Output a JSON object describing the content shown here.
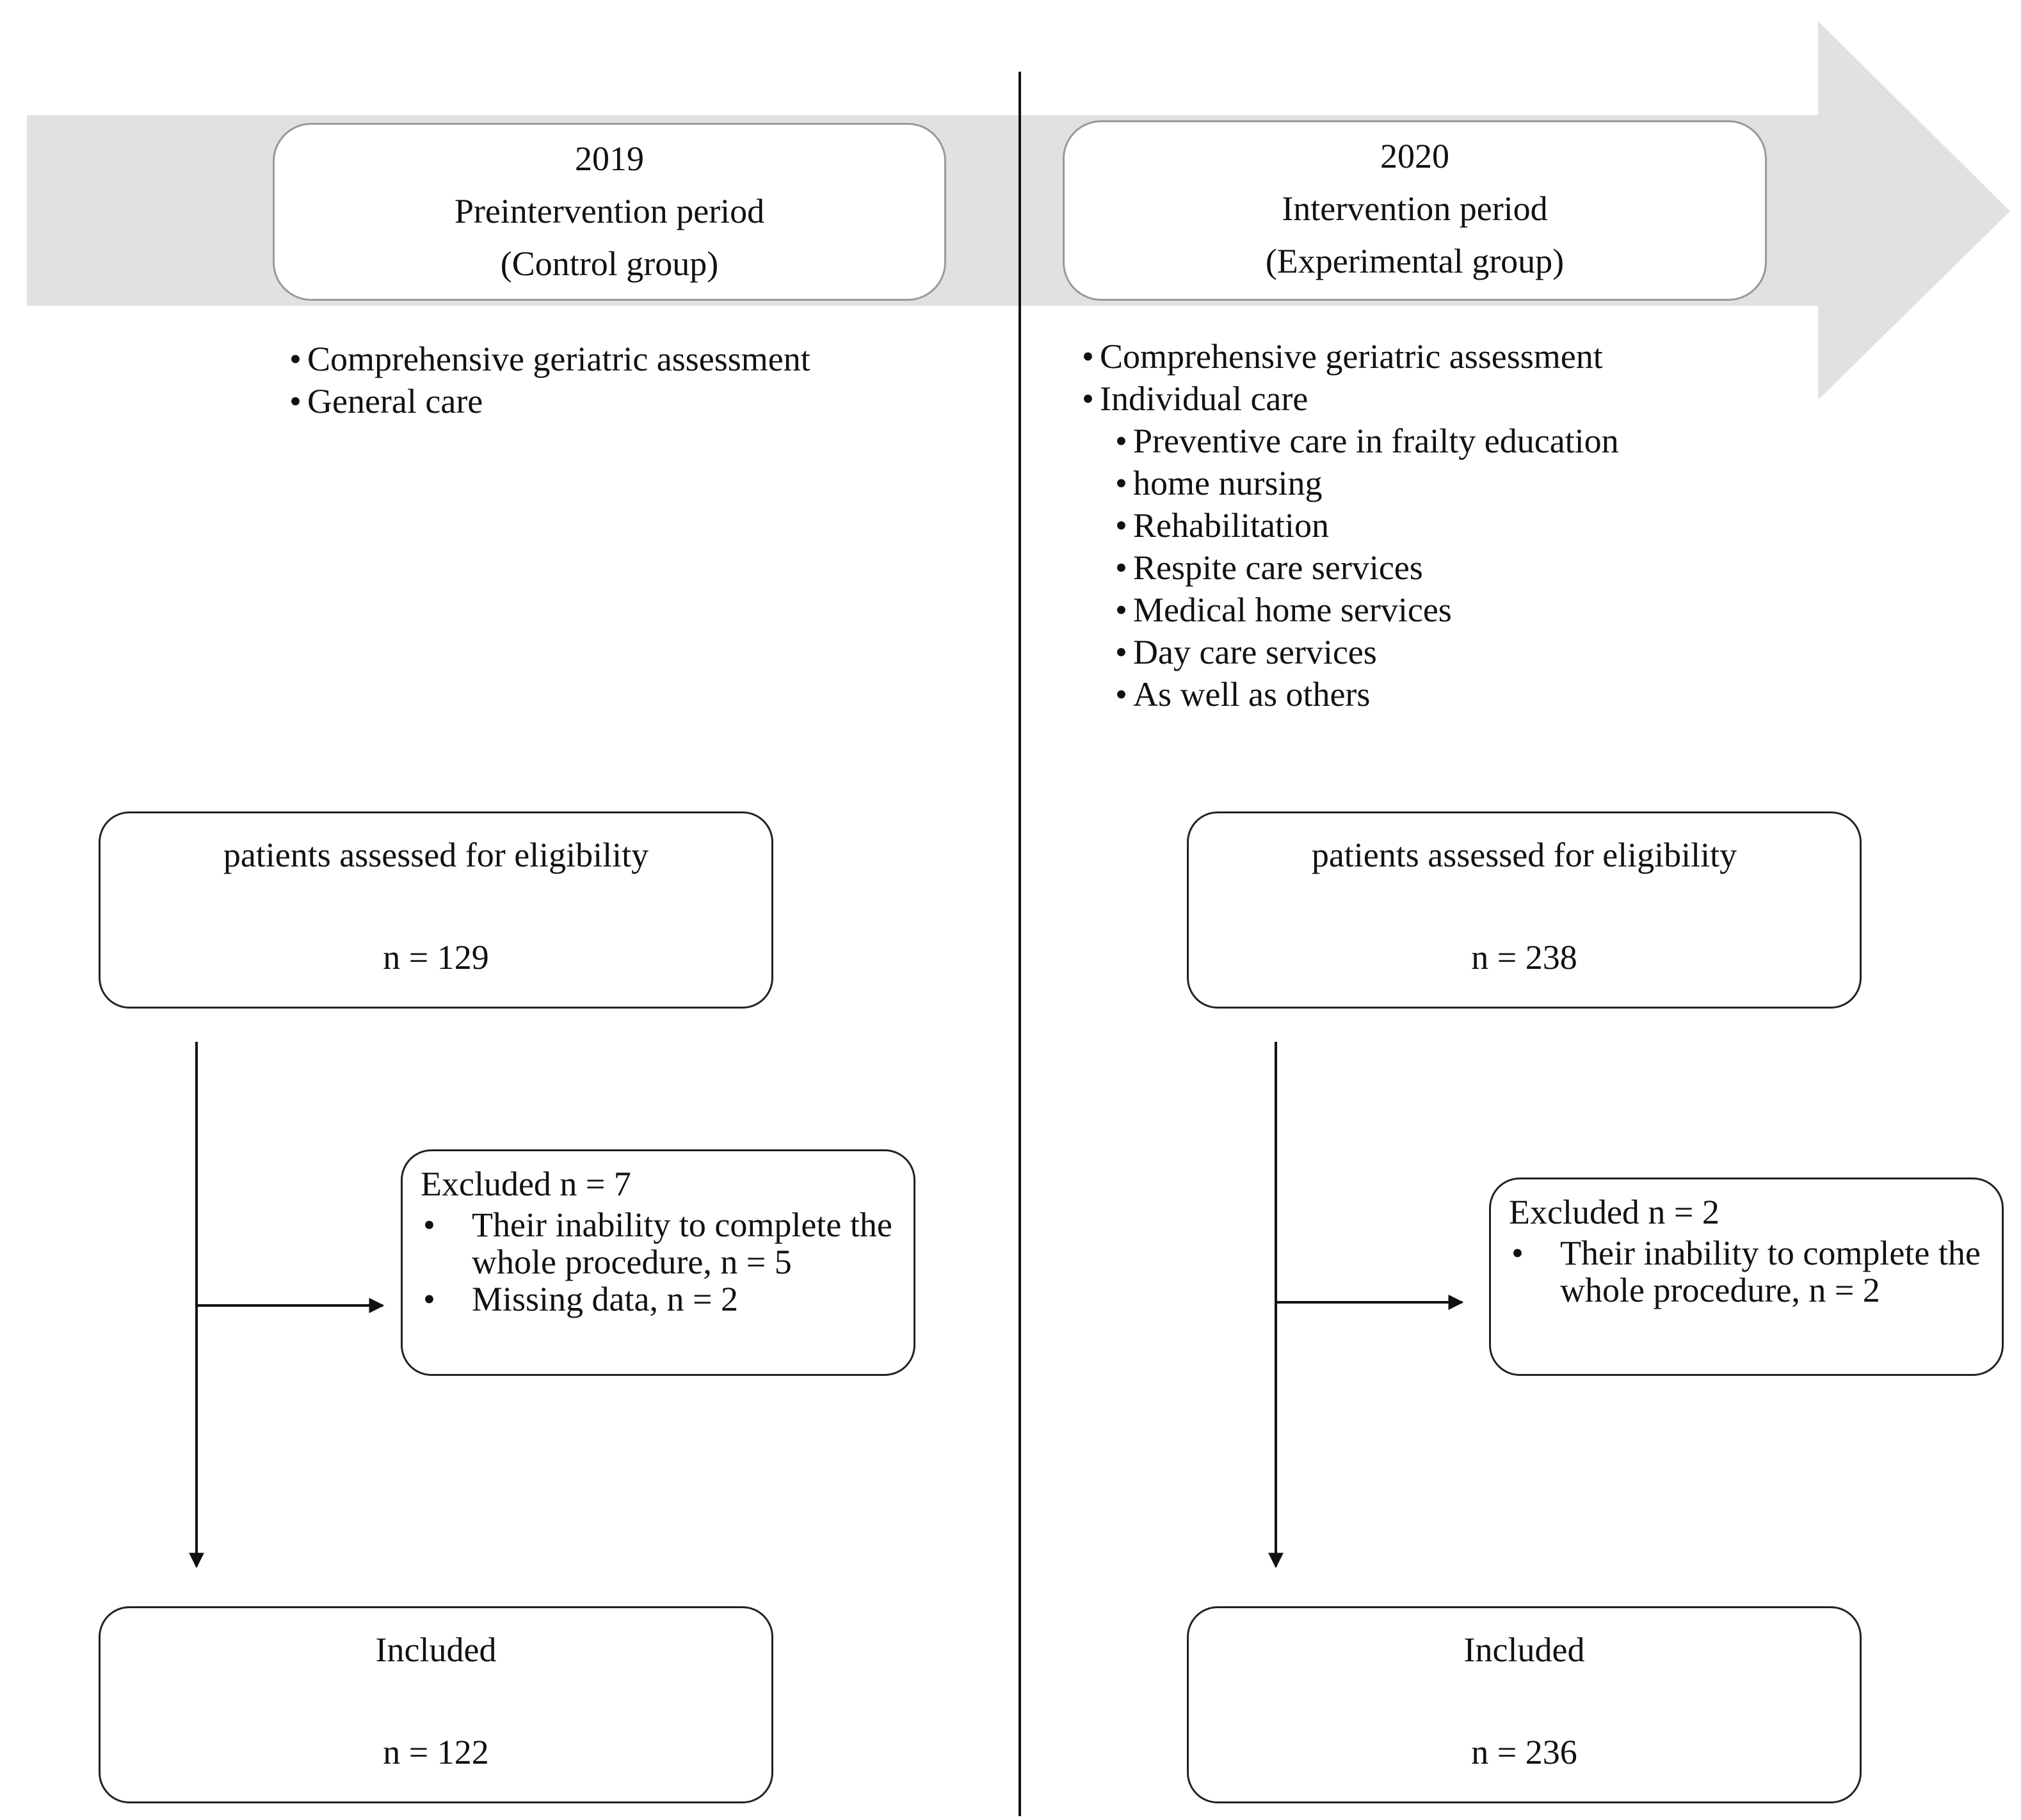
{
  "left": {
    "year": "2019",
    "period": "Preintervention period",
    "group": "(Control group)",
    "items": [
      "Comprehensive geriatric assessment",
      "General care"
    ],
    "assessed": {
      "label": "patients assessed for eligibility",
      "n": "n = 129"
    },
    "excluded": {
      "header": "Excluded n = 7",
      "reasons": [
        "Their inability to complete the whole procedure, n = 5",
        "Missing data, n = 2"
      ]
    },
    "included": {
      "label": "Included",
      "n": "n = 122"
    }
  },
  "right": {
    "year": "2020",
    "period": "Intervention period",
    "group": "(Experimental group)",
    "items": [
      "Comprehensive geriatric assessment",
      "Individual care"
    ],
    "subitems": [
      "Preventive care in frailty education",
      "home nursing",
      "Rehabilitation",
      "Respite care services",
      "Medical home services",
      "Day care services",
      "As well as others"
    ],
    "assessed": {
      "label": "patients assessed for eligibility",
      "n": "n = 238"
    },
    "excluded": {
      "header": "Excluded n = 2",
      "reasons": [
        "Their inability to complete the whole procedure, n = 2"
      ]
    },
    "included": {
      "label": "Included",
      "n": "n = 236"
    }
  }
}
